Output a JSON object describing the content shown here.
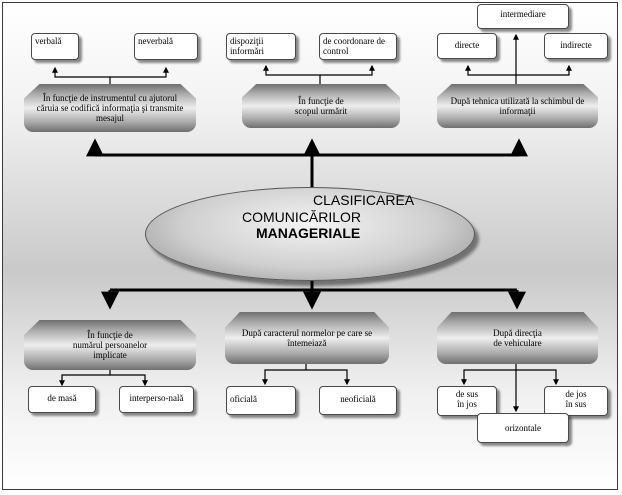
{
  "title": {
    "line1": "CLASIFICAREA",
    "line2": "COMUNICĂRILOR",
    "line3": "MANAGERIALE"
  },
  "top": {
    "instrument": {
      "category": [
        "În funcţie de instrumentul cu ajutorul",
        "căruia se codifică informaţia şi transmite",
        "mesajul"
      ],
      "leaves": [
        "verbală",
        "neverbală"
      ]
    },
    "scope": {
      "category": [
        "În funcţie de",
        "scopul urmărit"
      ],
      "leaves": [
        [
          "dispoziţii",
          "informări"
        ],
        [
          "de coordonare de",
          "control"
        ]
      ]
    },
    "technique": {
      "category": [
        "După tehnica utilizată la schimbul de",
        "informaţii"
      ],
      "leaves": [
        "directe",
        "indirecte",
        "intermediare"
      ]
    }
  },
  "bottom": {
    "persons": {
      "category": [
        "În funcţie de",
        "numărul persoanelor",
        "implicate"
      ],
      "leaves": [
        "de masă",
        "interperso-nală"
      ]
    },
    "norms": {
      "category": [
        "După caracterul normelor pe care se",
        "întemeiază"
      ],
      "leaves": [
        "oficială",
        "neoficială"
      ]
    },
    "direction": {
      "category": [
        "După direcţia",
        "de vehiculare"
      ],
      "leaves": [
        [
          "de sus",
          "în jos"
        ],
        [
          "de jos",
          "în sus"
        ],
        "orizontale"
      ]
    }
  }
}
